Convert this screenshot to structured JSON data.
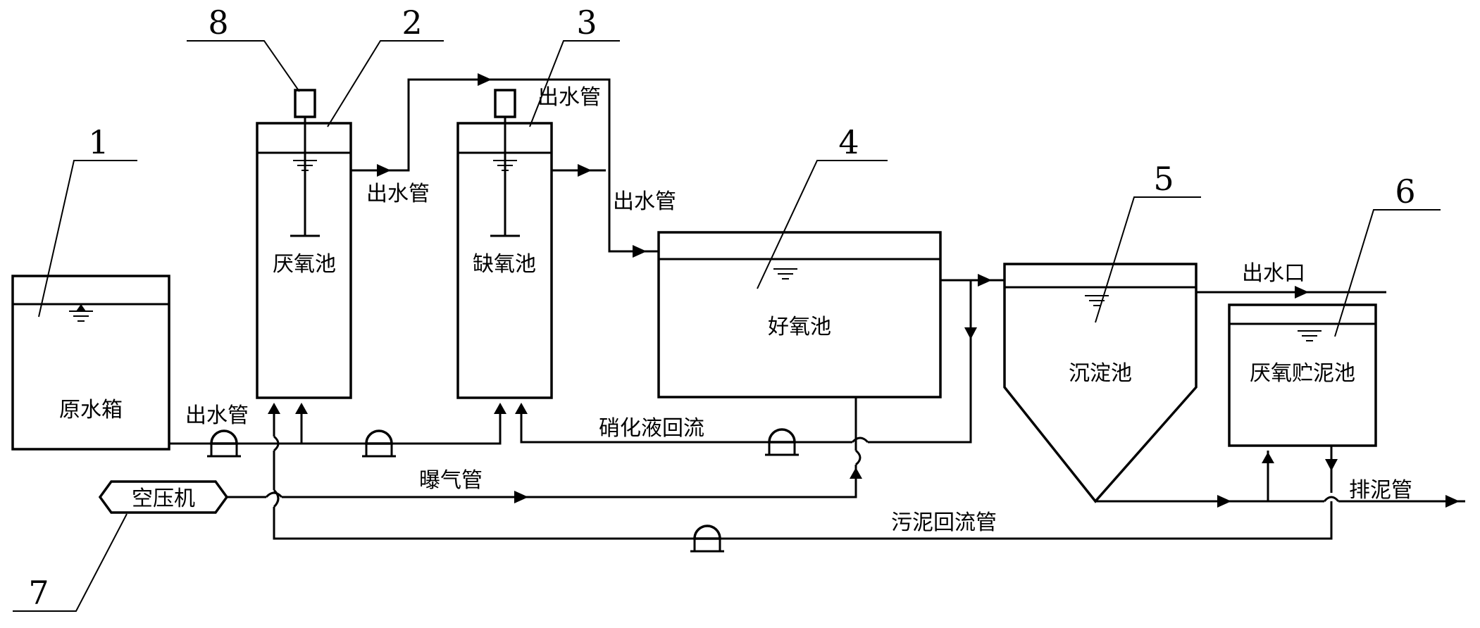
{
  "numbers": {
    "n1": "1",
    "n2": "2",
    "n3": "3",
    "n4": "4",
    "n5": "5",
    "n6": "6",
    "n7": "7",
    "n8": "8"
  },
  "tanks": {
    "raw_water": "原水箱",
    "anaerobic": "厌氧池",
    "anoxic": "缺氧池",
    "aerobic": "好氧池",
    "settling": "沉淀池",
    "sludge_storage": "厌氧贮泥池"
  },
  "equipment": {
    "compressor": "空压机"
  },
  "pipes": {
    "outlet_pipe_1": "出水管",
    "outlet_pipe_2": "出水管",
    "outlet_pipe_3": "出水管",
    "outlet_pipe_4": "出水管",
    "water_outlet": "出水口",
    "nitrate_return": "硝化液回流",
    "aeration_pipe": "曝气管",
    "sludge_return": "污泥回流管",
    "sludge_discharge": "排泥管"
  }
}
